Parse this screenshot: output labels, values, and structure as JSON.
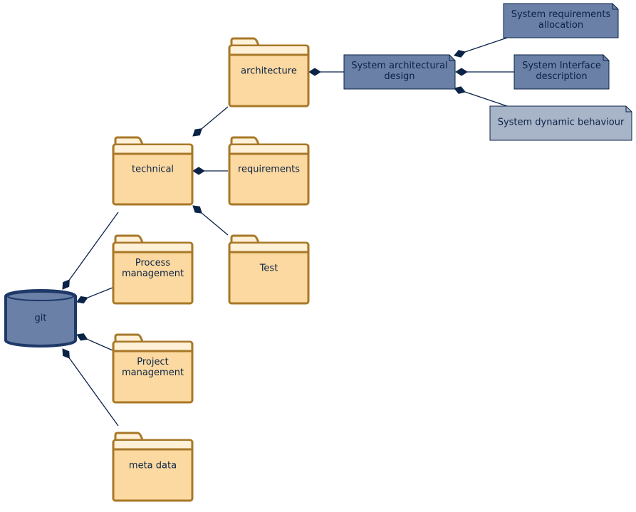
{
  "colors": {
    "folder_fill": "#fcd9a0",
    "folder_tab_fill": "#fff0d8",
    "folder_stroke": "#a87828",
    "db_fill": "#6a80a6",
    "db_stroke": "#1e3868",
    "note_dark_fill": "#6a80a6",
    "note_light_fill": "#a8b4c8",
    "note_stroke": "#0b2347",
    "connector": "#0b2347",
    "text": "#0b2347"
  },
  "nodes": {
    "git": {
      "label": "git",
      "icon": "database-icon"
    },
    "technical": {
      "label": "technical",
      "icon": "folder-icon"
    },
    "process_management": {
      "label": [
        "Process",
        "management"
      ],
      "icon": "folder-icon"
    },
    "project_management": {
      "label": [
        "Project",
        "management"
      ],
      "icon": "folder-icon"
    },
    "meta_data": {
      "label": "meta data",
      "icon": "folder-icon"
    },
    "architecture": {
      "label": "architecture",
      "icon": "folder-icon"
    },
    "requirements": {
      "label": "requirements",
      "icon": "folder-icon"
    },
    "test": {
      "label": "Test",
      "icon": "folder-icon"
    },
    "system_architectural_design": {
      "label": [
        "System architectural",
        "design"
      ],
      "icon": "note-icon"
    },
    "system_requirements_allocation": {
      "label": [
        "System requirements",
        "allocation"
      ],
      "icon": "note-icon"
    },
    "system_interface_description": {
      "label": [
        "System Interface",
        "description"
      ],
      "icon": "note-icon"
    },
    "system_dynamic_behaviour": {
      "label": "System dynamic behaviour",
      "icon": "note-icon"
    }
  }
}
